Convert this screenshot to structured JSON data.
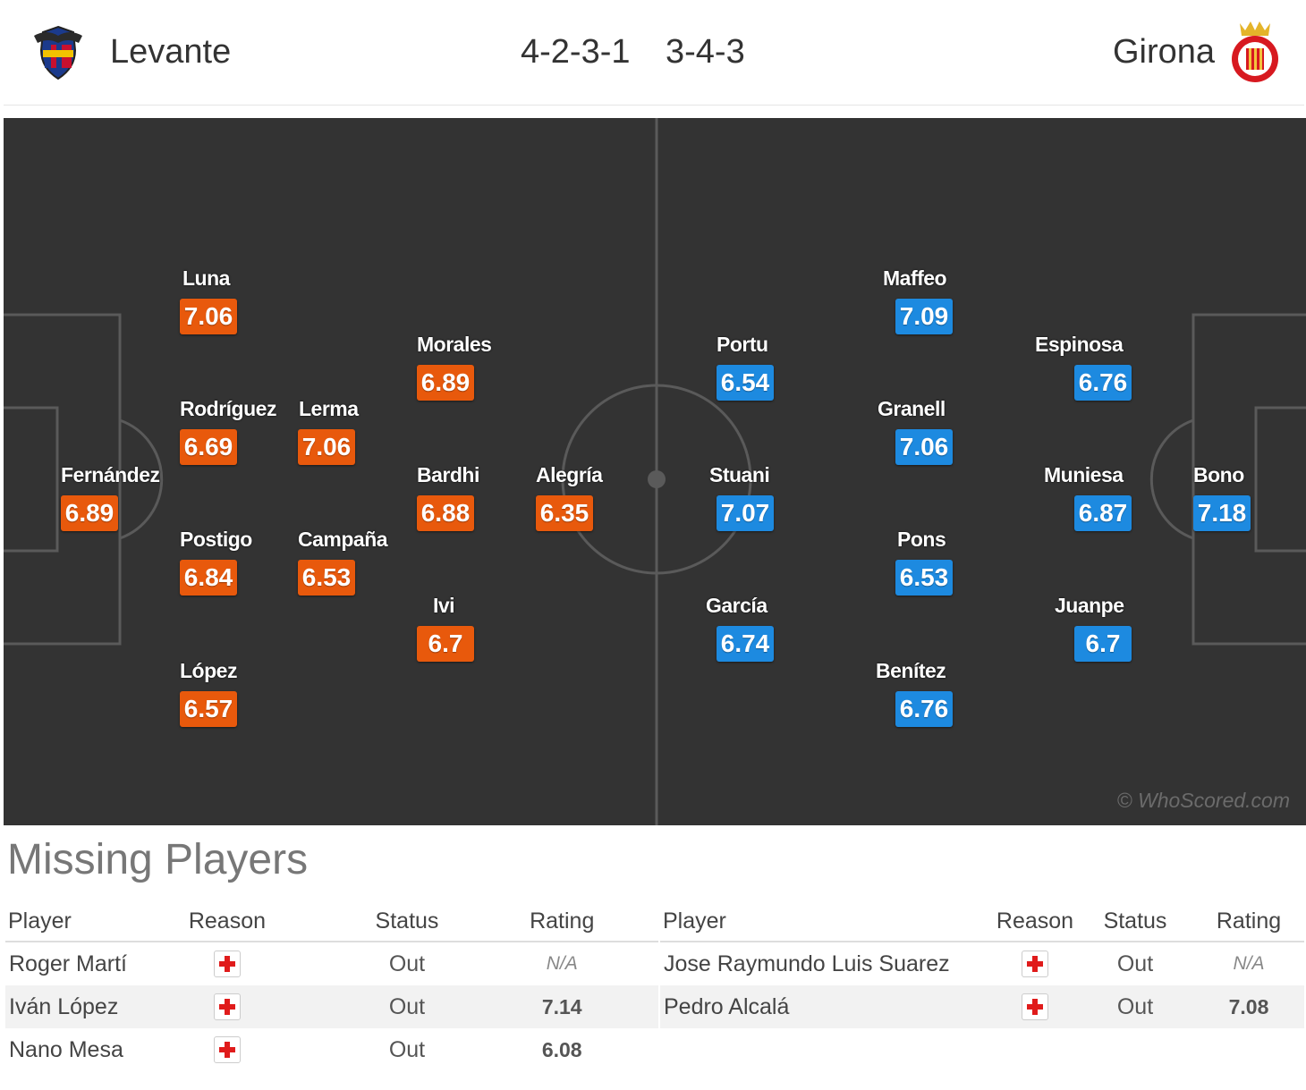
{
  "header": {
    "home_team": "Levante",
    "home_formation": "4-2-3-1",
    "away_formation": "3-4-3",
    "away_team": "Girona",
    "home_crest_icon": "levante-crest-icon",
    "away_crest_icon": "girona-crest-icon"
  },
  "pitch": {
    "watermark": "© WhoScored.com",
    "background": "#333333",
    "line_color": "#5a5a5a"
  },
  "colors": {
    "home_rating": "#e8590c",
    "away_rating": "#1d8ae0"
  },
  "home_players": [
    {
      "name": "Fernández",
      "rating": "6.89"
    },
    {
      "name": "Luna",
      "rating": "7.06"
    },
    {
      "name": "Rodríguez",
      "rating": "6.69"
    },
    {
      "name": "Postigo",
      "rating": "6.84"
    },
    {
      "name": "López",
      "rating": "6.57"
    },
    {
      "name": "Lerma",
      "rating": "7.06"
    },
    {
      "name": "Campaña",
      "rating": "6.53"
    },
    {
      "name": "Morales",
      "rating": "6.89"
    },
    {
      "name": "Bardhi",
      "rating": "6.88"
    },
    {
      "name": "Ivi",
      "rating": "6.7"
    },
    {
      "name": "Alegría",
      "rating": "6.35"
    }
  ],
  "away_players": [
    {
      "name": "Bono",
      "rating": "7.18"
    },
    {
      "name": "Espinosa",
      "rating": "6.76"
    },
    {
      "name": "Muniesa",
      "rating": "6.87"
    },
    {
      "name": "Juanpe",
      "rating": "6.7"
    },
    {
      "name": "Maffeo",
      "rating": "7.09"
    },
    {
      "name": "Granell",
      "rating": "7.06"
    },
    {
      "name": "Pons",
      "rating": "6.53"
    },
    {
      "name": "Benítez",
      "rating": "6.76"
    },
    {
      "name": "Portu",
      "rating": "6.54"
    },
    {
      "name": "Stuani",
      "rating": "7.07"
    },
    {
      "name": "García",
      "rating": "6.74"
    }
  ],
  "missing": {
    "title": "Missing Players",
    "columns": [
      "Player",
      "Reason",
      "Status",
      "Rating"
    ],
    "reason_icon": "injury-icon",
    "home": [
      {
        "player": "Roger Martí",
        "status": "Out",
        "rating": "N/A"
      },
      {
        "player": "Iván López",
        "status": "Out",
        "rating": "7.14"
      },
      {
        "player": "Nano Mesa",
        "status": "Out",
        "rating": "6.08"
      }
    ],
    "away": [
      {
        "player": "Jose Raymundo Luis Suarez",
        "status": "Out",
        "rating": "N/A"
      },
      {
        "player": "Pedro Alcalá",
        "status": "Out",
        "rating": "7.08"
      }
    ]
  }
}
